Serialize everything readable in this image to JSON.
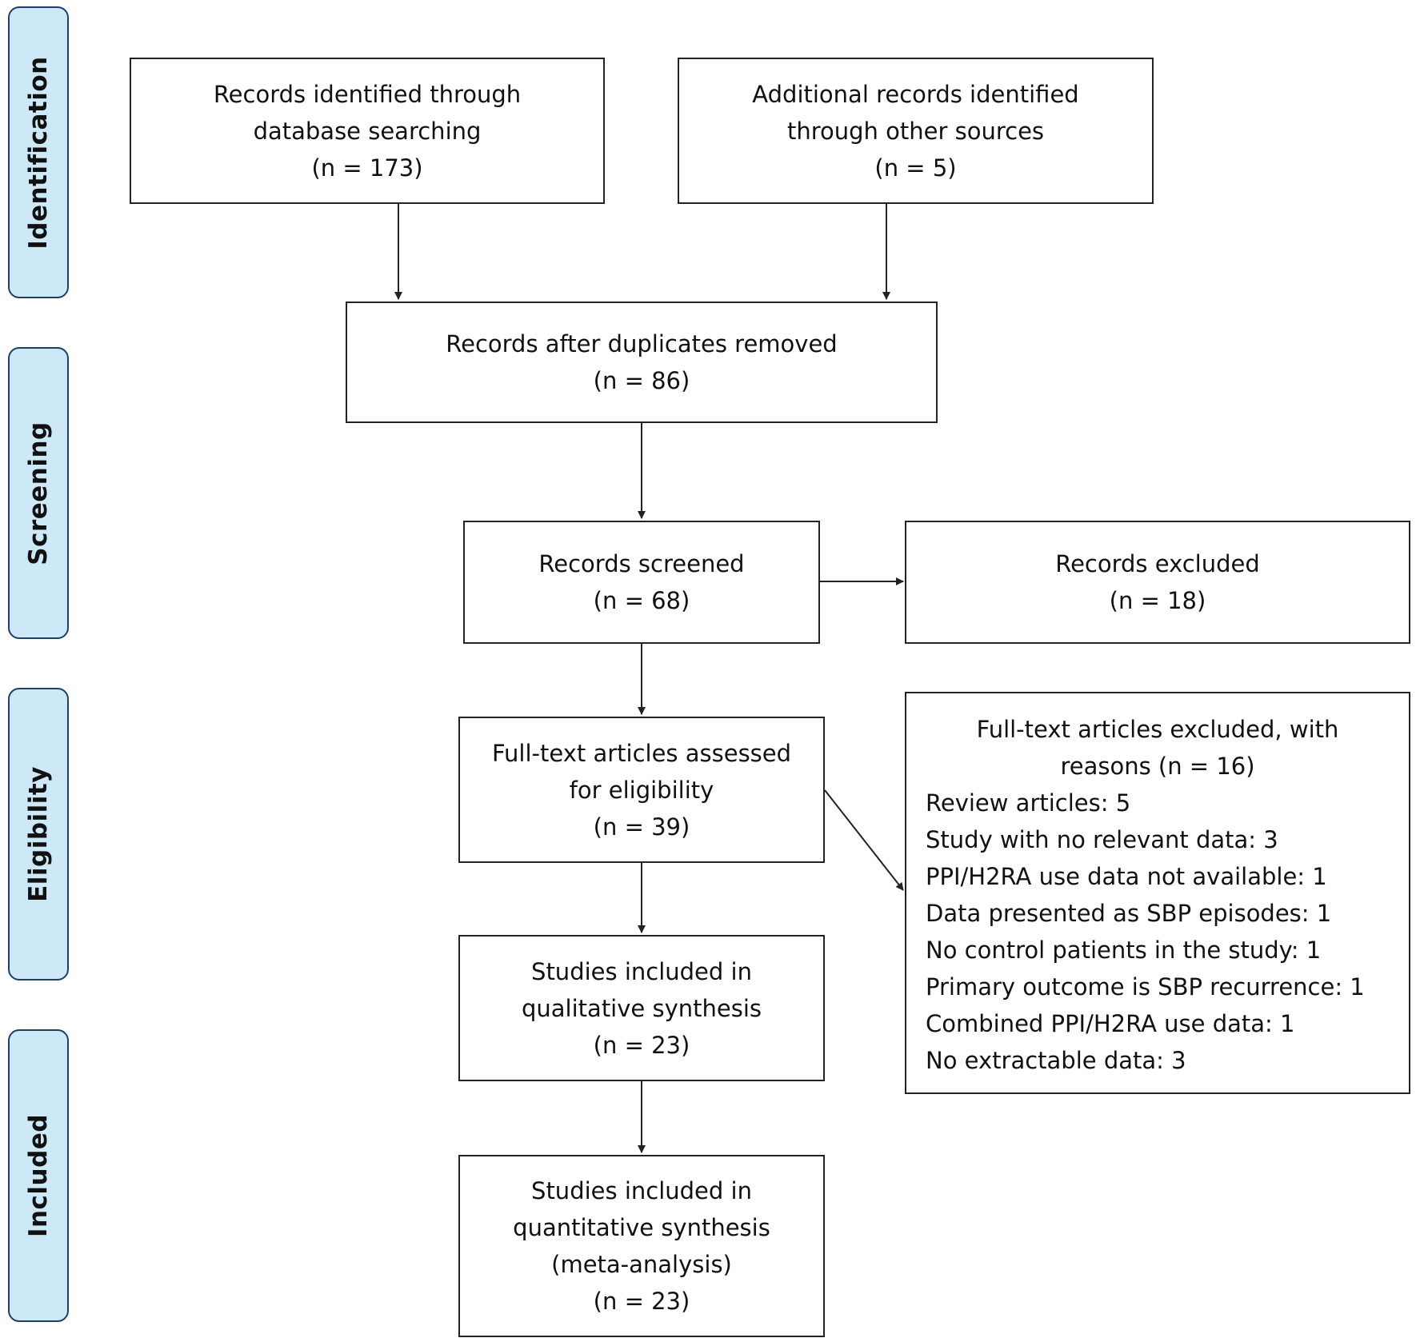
{
  "stages": {
    "identification": "Identification",
    "screening": "Screening",
    "eligibility": "Eligibility",
    "included": "Included"
  },
  "boxes": {
    "database": {
      "line1": "Records identified through",
      "line2": "database searching",
      "count": "(n = 173)"
    },
    "other_sources": {
      "line1": "Additional records identified",
      "line2": "through other sources",
      "count": "(n = 5)"
    },
    "after_duplicates": {
      "line1": "Records after duplicates removed",
      "count": "(n = 86)"
    },
    "screened": {
      "line1": "Records screened",
      "count": "(n = 68)"
    },
    "excluded": {
      "line1": "Records excluded",
      "count": "(n = 18)"
    },
    "fulltext": {
      "line1": "Full-text articles assessed",
      "line2": "for eligibility",
      "count": "(n = 39)"
    },
    "fulltext_excluded": {
      "heading": "Full-text articles excluded, with reasons (n = 16)",
      "reasons": [
        "Review articles: 5",
        "Study with no relevant data: 3",
        "PPI/H2RA use data not available: 1",
        "Data presented as SBP episodes: 1",
        "No control patients in the study: 1",
        "Primary outcome is SBP recurrence: 1",
        "Combined PPI/H2RA use data: 1",
        "No extractable data: 3"
      ]
    },
    "qualitative": {
      "line1": "Studies included in",
      "line2": "qualitative synthesis",
      "count": "(n = 23)"
    },
    "quantitative": {
      "line1": "Studies included in",
      "line2": "quantitative synthesis",
      "line3": "(meta-analysis)",
      "count": "(n = 23)"
    }
  },
  "colors": {
    "stage_fill": "#cde9f8",
    "stage_border": "#1f3f66",
    "line": "#222222"
  }
}
